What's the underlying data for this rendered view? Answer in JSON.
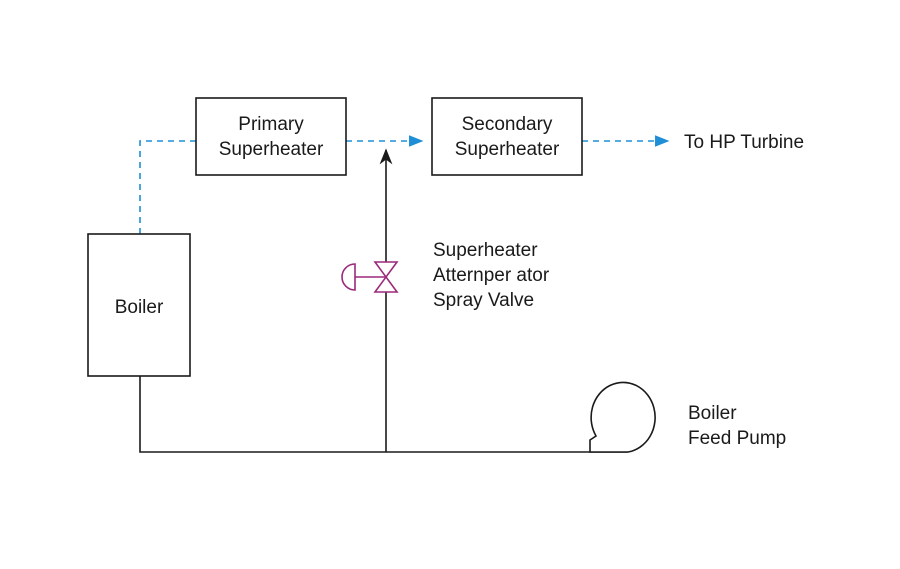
{
  "colors": {
    "steam_line": "#1e8fd6",
    "water_line": "#1a1a1a",
    "valve": "#9b2a7a"
  },
  "nodes": {
    "boiler": {
      "label": "Boiler"
    },
    "primary_superheater": {
      "line1": "Primary",
      "line2": "Superheater"
    },
    "secondary_superheater": {
      "line1": "Secondary",
      "line2": "Superheater"
    },
    "destination": {
      "label": "To HP Turbine"
    },
    "spray_valve": {
      "line1": "Superheater",
      "line2": "Atternper ator",
      "line3": "Spray Valve"
    },
    "feed_pump": {
      "line1": "Boiler",
      "line2": "Feed Pump"
    }
  },
  "icons": {
    "valve": "gate-valve-icon",
    "actuator": "valve-actuator-icon",
    "pump": "centrifugal-pump-icon"
  }
}
